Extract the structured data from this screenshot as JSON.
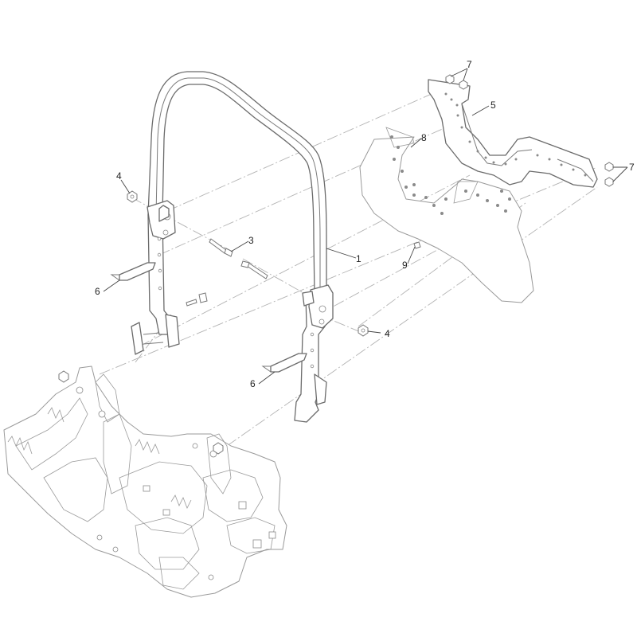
{
  "callouts": [
    {
      "id": "c1",
      "label": "1"
    },
    {
      "id": "c3",
      "label": "3"
    },
    {
      "id": "c4a",
      "label": "4"
    },
    {
      "id": "c4b",
      "label": "4"
    },
    {
      "id": "c5",
      "label": "5"
    },
    {
      "id": "c6a",
      "label": "6"
    },
    {
      "id": "c6b",
      "label": "6"
    },
    {
      "id": "c7a",
      "label": "7"
    },
    {
      "id": "c7b",
      "label": "7"
    },
    {
      "id": "c8",
      "label": "8"
    },
    {
      "id": "c9",
      "label": "9"
    }
  ],
  "colors": {
    "line": "#6b6b6b",
    "ghost": "#9a9a9a",
    "centerline": "#b3b3b3",
    "callout_text": "#222222"
  }
}
